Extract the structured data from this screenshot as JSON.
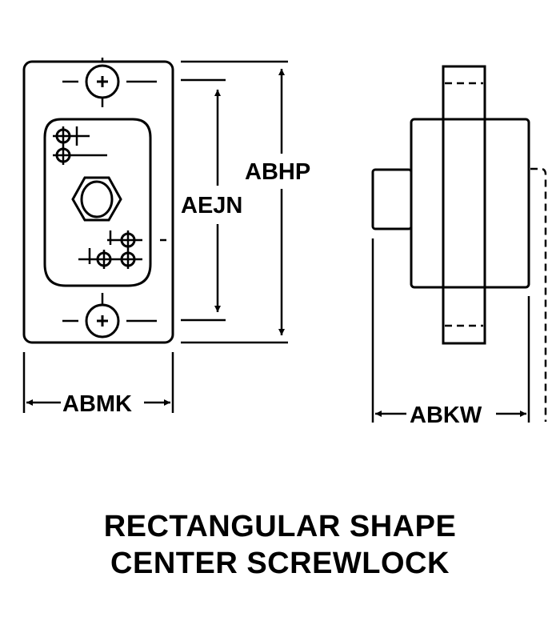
{
  "dimensions": {
    "abhp": "ABHP",
    "aejn": "AEJN",
    "abmk": "ABMK",
    "abkw": "ABKW"
  },
  "caption": {
    "line1": "RECTANGULAR SHAPE",
    "line2": "CENTER SCREWLOCK"
  },
  "colors": {
    "ink": "#000000",
    "paper": "#ffffff"
  }
}
